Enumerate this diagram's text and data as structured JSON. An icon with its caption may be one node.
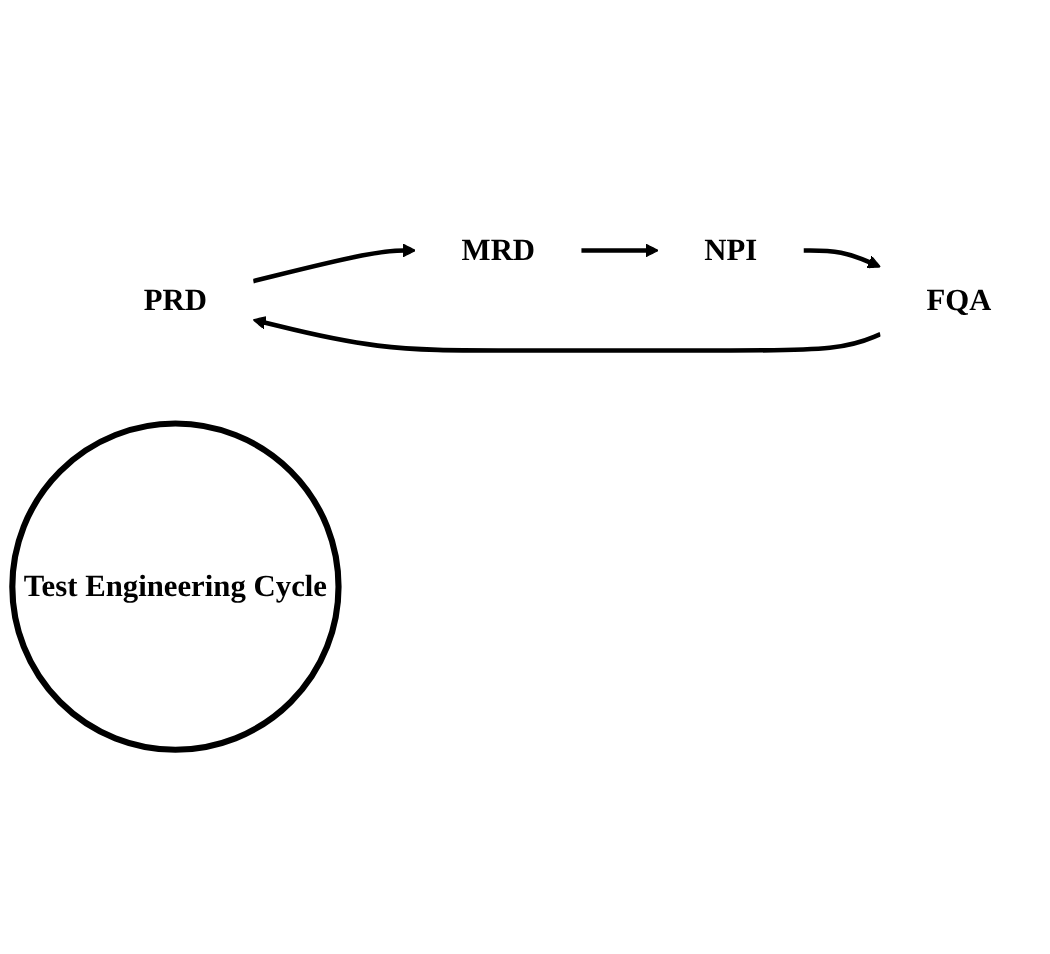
{
  "diagram": {
    "nodes": [
      {
        "text": [
          "PRD"
        ]
      },
      {
        "text": [
          "FQA"
        ]
      },
      {
        "text": [
          "Test Engineering Cycle"
        ]
      },
      {
        "text": [
          "MRD"
        ]
      },
      {
        "text": [
          "NPI"
        ]
      }
    ],
    "edges": [
      {
        "from": 0,
        "to": 3,
        "arrow": "to"
      },
      {
        "from": 3,
        "to": 4,
        "arrow": "to"
      },
      {
        "from": 4,
        "to": 1,
        "arrow": "to"
      },
      {
        "from": 1,
        "to": 0,
        "arrow": "to"
      }
    ]
  }
}
